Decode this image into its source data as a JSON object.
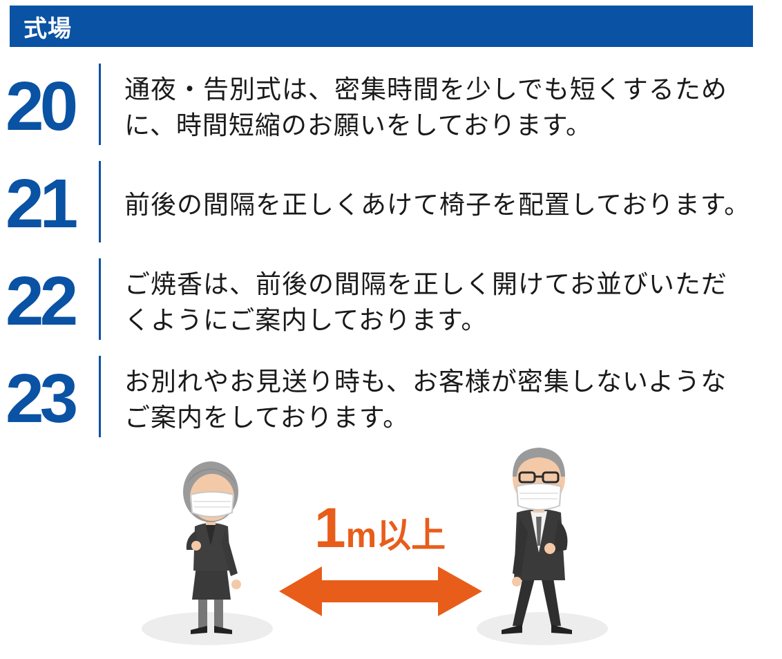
{
  "header": {
    "title": "式場"
  },
  "items": [
    {
      "number": "20",
      "line1": "通夜・告別式は、密集時間を少しでも短くするため",
      "line2": "に、時間短縮のお願いをしております。"
    },
    {
      "number": "21",
      "line1": "前後の間隔を正しくあけて椅子を配置しております。",
      "line2": ""
    },
    {
      "number": "22",
      "line1": "ご焼香は、前後の間隔を正しく開けてお並びいただ",
      "line2": "くようにご案内しております。"
    },
    {
      "number": "23",
      "line1": "お別れやお見送り時も、お客様が密集しないような",
      "line2": "ご案内をしております。"
    }
  ],
  "illustration": {
    "distance_num": "1",
    "distance_unit": "m以上"
  },
  "colors": {
    "accent_blue": "#0a52a3",
    "accent_orange": "#e85d1a"
  }
}
